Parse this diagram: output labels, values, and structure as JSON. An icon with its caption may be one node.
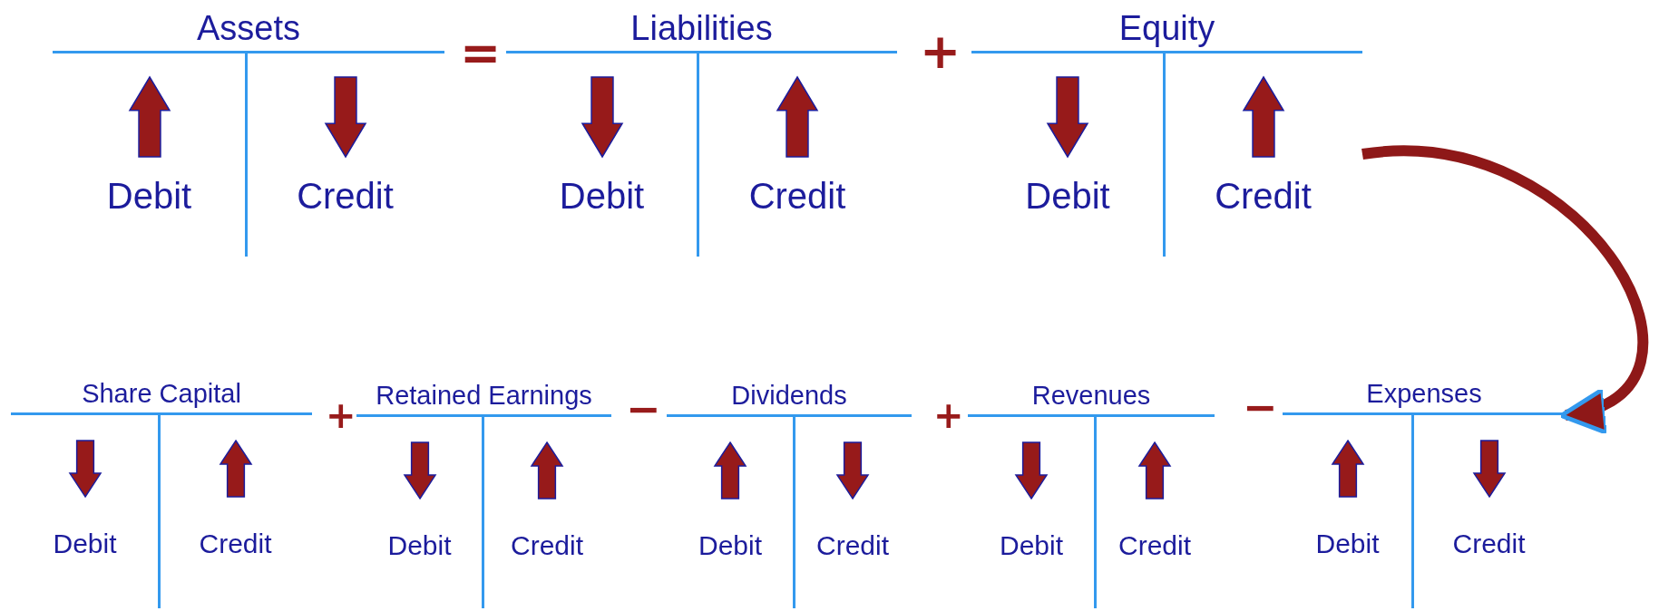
{
  "diagram": {
    "nodes": [
      {
        "text": [
          "Assets",
          "Debit",
          "Credit"
        ]
      },
      {
        "text": [
          "Liabilities",
          "Debit",
          "Credit"
        ]
      },
      {
        "text": [
          "Equity",
          "Debit",
          "Credit"
        ]
      },
      {
        "text": [
          "Share Capital",
          "Debit",
          "Credit"
        ]
      },
      {
        "text": [
          "Retained Earnings",
          "Debit",
          "Credit"
        ]
      },
      {
        "text": [
          "Dividends",
          "Debit",
          "Credit"
        ]
      },
      {
        "text": [
          "Revenues",
          "Debit",
          "Credit"
        ]
      },
      {
        "text": [
          "Expenses",
          "Debit",
          "Credit"
        ]
      }
    ],
    "edges": [
      {
        "from": 2,
        "to": 7,
        "arrow": "to"
      }
    ],
    "labels": [
      "=",
      "+",
      "+",
      "−",
      "+",
      "−"
    ]
  }
}
